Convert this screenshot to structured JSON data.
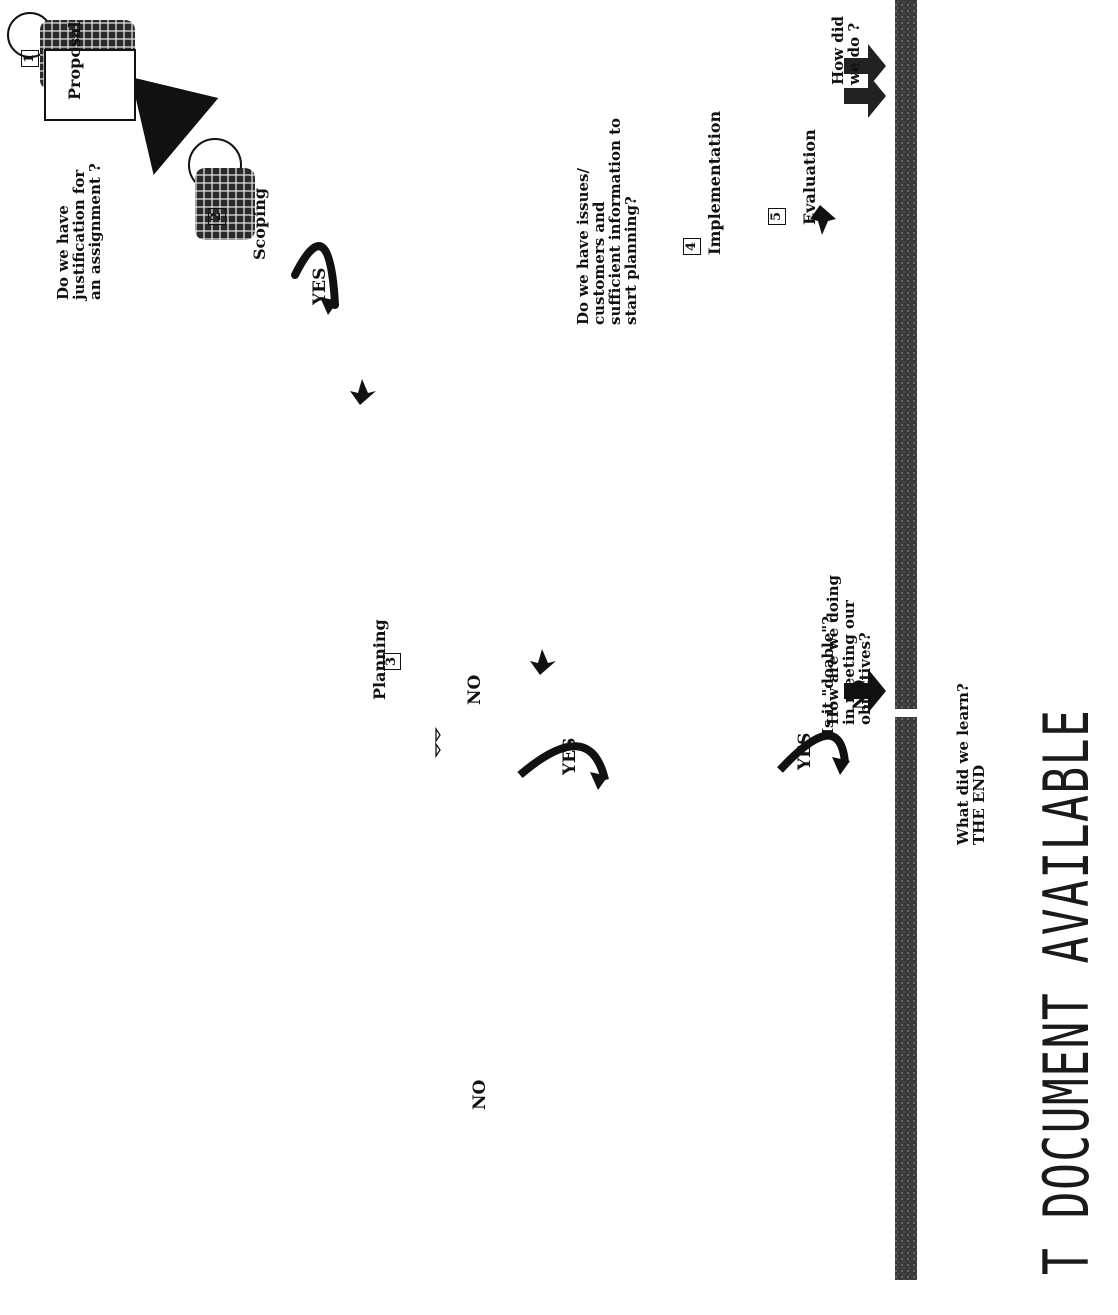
{
  "stages": [
    {
      "number": "1",
      "label": "Proposal"
    },
    {
      "number": "2",
      "label": "Scoping"
    },
    {
      "number": "3",
      "label": "Planning"
    },
    {
      "number": "4",
      "label": "Implementation"
    },
    {
      "number": "5",
      "label": "Evaluation"
    }
  ],
  "questions": {
    "q1": "Do we have\njustification for\nan assignment ?",
    "q2": "Do we have issues/\ncustomers and\nsufficient information to\nstart planning?",
    "q3": "Is it \"doable\"?",
    "q4": "How are we doing\nin meeting our\nobjectives?",
    "q5": "How did\nwe do ?",
    "final": "What did we learn?\nTHE END"
  },
  "answers": {
    "yes": "YES",
    "no": "NO"
  },
  "stamp": "T DOCUMENT AVAILABLE",
  "colors": {
    "ink": "#111111",
    "bar": "#3a3a3a",
    "background": "#ffffff"
  }
}
